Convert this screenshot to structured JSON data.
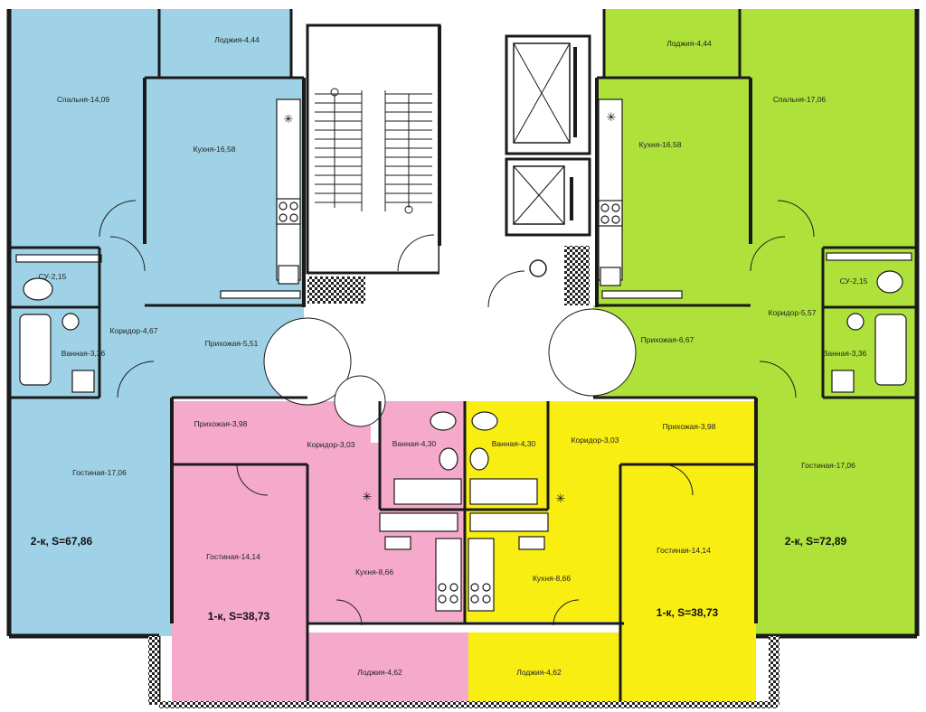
{
  "colors": {
    "blue": "#9fd2e6",
    "green": "#aee23a",
    "pink": "#f6aacb",
    "yellow": "#f9ee12",
    "wall": "#1a1a1a"
  },
  "apartments": {
    "a1": {
      "label": "2-к, S=67,86",
      "color": "blue"
    },
    "a2": {
      "label": "2-к, S=72,89",
      "color": "green"
    },
    "a3": {
      "label": "1-к, S=38,73",
      "color": "pink"
    },
    "a4": {
      "label": "1-к, S=38,73",
      "color": "yellow"
    }
  },
  "rooms": {
    "blue_loggia": "Лоджия-4,44",
    "blue_bedroom": "Спальня-14,09",
    "blue_kitchen": "Кухня-16,58",
    "blue_wc": "СУ-2,15",
    "blue_corridor": "Коридор-4,67",
    "blue_hall": "Прихожая-5,51",
    "blue_bath": "Ванная-3,36",
    "blue_living": "Гостиная-17,06",
    "green_loggia": "Лоджия-4,44",
    "green_bedroom": "Спальня-17,06",
    "green_kitchen": "Кухня-16,58",
    "green_wc": "СУ-2,15",
    "green_corridor": "Коридор-5,57",
    "green_hall": "Прихожая-6,67",
    "green_bath": "Ванная-3,36",
    "green_living": "Гостиная-17,06",
    "pink_hall": "Прихожая-3,98",
    "pink_corridor": "Коридор-3,03",
    "pink_bath": "Ванная-4,30",
    "pink_living": "Гостиная-14,14",
    "pink_kitchen": "Кухня-8,66",
    "pink_loggia": "Лоджия-4,62",
    "yellow_bath": "Ванная-4,30",
    "yellow_corridor": "Коридор-3,03",
    "yellow_hall": "Прихожая-3,98",
    "yellow_living": "Гостиная-14,14",
    "yellow_kitchen": "Кухня-8,66",
    "yellow_loggia": "Лоджия-4,62"
  }
}
